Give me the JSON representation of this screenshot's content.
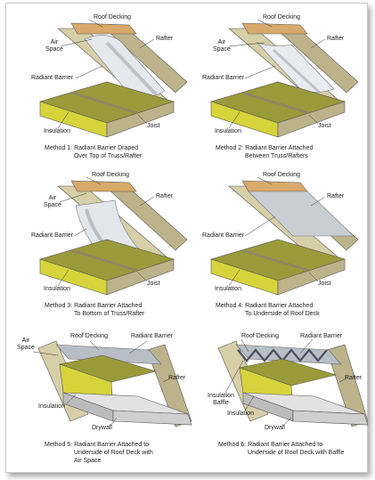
{
  "colors": {
    "wood_light": "#d7cfa8",
    "wood_mid": "#bdb38a",
    "wood_dark": "#8f8664",
    "deck_top": "#d8a96a",
    "insulation_face": "#d6d43a",
    "insulation_top": "#9b9a3a",
    "radiant_light": "#eef0f3",
    "radiant_dark": "#9ea4ad",
    "drywall": "#cfcfcf"
  },
  "panels": [
    {
      "labels": {
        "roof_decking": "Roof Decking",
        "air_space": "Air\nSpace",
        "rafter": "Rafter",
        "radiant_barrier": "Radiant Barrier",
        "insulation": "Insulation",
        "joist": "Joist"
      },
      "caption": [
        "Method 1:  Radiant Barrier Draped",
        "Over Top of Truss/Rafter"
      ]
    },
    {
      "labels": {
        "roof_decking": "Roof Decking",
        "air_space": "Air\nSpace",
        "rafter": "Rafter",
        "radiant_barrier": "Radiant Barrier",
        "insulation": "Insulation",
        "joist": "Joist"
      },
      "caption": [
        "Method 2:  Radiant Barrier Attached",
        "Between Truss/Rafters"
      ]
    },
    {
      "labels": {
        "roof_decking": "Roof Decking",
        "air_space": "Air\nSpace",
        "rafter": "Rafter",
        "radiant_barrier": "Radiant Barrier",
        "insulation": "Insulation",
        "joist": "Joist"
      },
      "caption": [
        "Method 3:  Radiant Barrier Attached",
        "To Bottom of Truss/Rafter"
      ]
    },
    {
      "labels": {
        "roof_decking": "Roof Decking",
        "rafter": "Rafter",
        "radiant_barrier": "Radiant Barrier",
        "insulation": "Insulation",
        "joist": "Joist"
      },
      "caption": [
        "Method 4:  Radiant Barrier Attached",
        "To Underside of Roof Deck"
      ]
    },
    {
      "labels": {
        "air_space": "Air\nSpace",
        "roof_decking": "Roof Decking",
        "radiant_barrier": "Radiant Barrier",
        "rafter": "Rafter",
        "insulation": "Insulation",
        "drywall": "Drywall"
      },
      "caption": [
        "Method 5:  Radiant Barrier Attached to",
        "Underside of Roof Deck with",
        "Air Space"
      ]
    },
    {
      "labels": {
        "roof_decking": "Roof Decking",
        "radiant_barrier": "Radiant Barrier",
        "rafter": "Rafter",
        "insulation_baffle": "Insulation\nBaffle",
        "insulation": "Insulation",
        "drywall": "Drywall"
      },
      "caption": [
        "Method 6:  Radiant Barrier Attached to",
        "Underside of Roof Deck with Baffle"
      ]
    }
  ]
}
